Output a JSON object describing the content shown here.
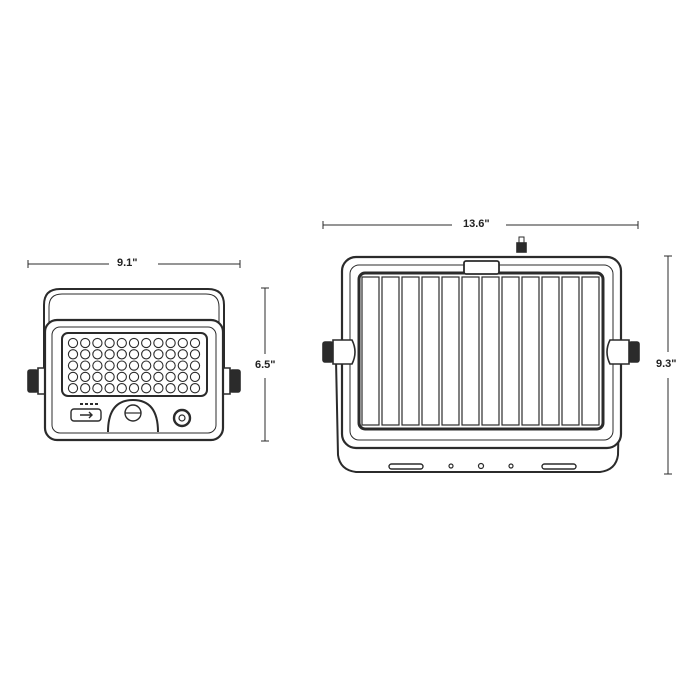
{
  "diagram": {
    "title": "Solar flood light dimension drawing",
    "views": [
      {
        "name": "front-light-view",
        "width_label": "9.1\"",
        "height_label": "6.5\"",
        "led_grid": {
          "columns": 11,
          "rows": 5
        },
        "features": [
          "LED array",
          "USB charge port with 4-dot battery indicator",
          "motion sensor dome",
          "power button",
          "side mounting knobs"
        ]
      },
      {
        "name": "solar-panel-view",
        "width_label": "13.6\"",
        "height_label": "9.3\"",
        "panel_strips": 12,
        "features": [
          "solar cell strips",
          "top handle tab",
          "cable connector",
          "side mounting knobs",
          "bottom vents"
        ]
      }
    ]
  }
}
